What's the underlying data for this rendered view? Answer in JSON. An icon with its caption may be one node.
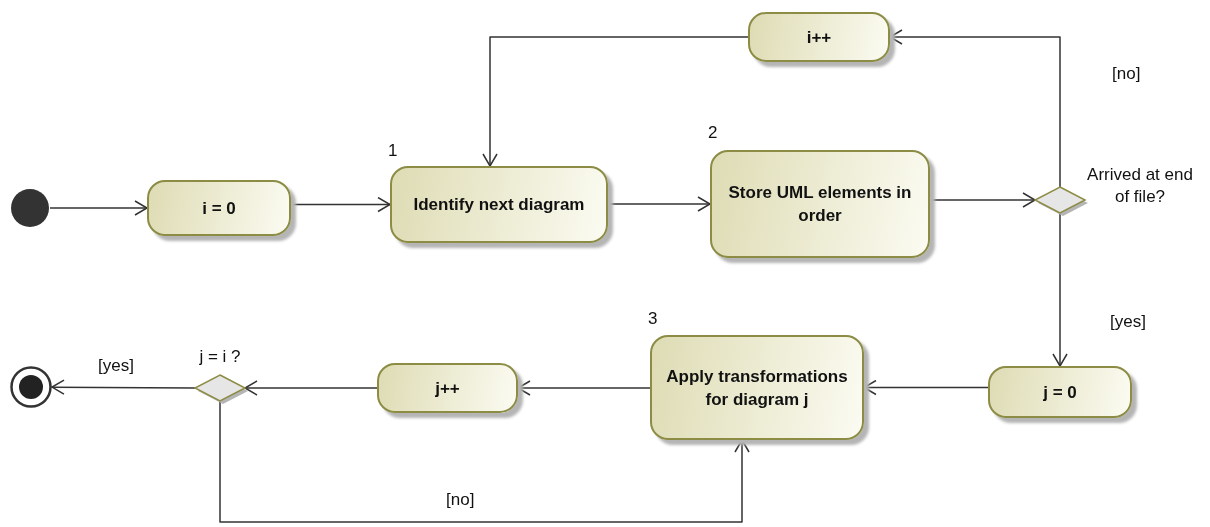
{
  "diagram": {
    "nodes": [
      {
        "text": [],
        "shape": "circle"
      },
      {
        "text": [
          "i = 0"
        ]
      },
      {
        "text": [
          "Identify next diagram"
        ],
        "beside": [
          "1"
        ]
      },
      {
        "text": [
          "Store UML elements in order"
        ],
        "beside": [
          "2"
        ]
      },
      {
        "text": [],
        "shape": "diamond",
        "beside": [
          "Arrived at end of file?"
        ]
      },
      {
        "text": [
          "i++"
        ]
      },
      {
        "text": [
          "j = 0"
        ]
      },
      {
        "text": [
          "Apply transformations for diagram j"
        ],
        "beside": [
          "3"
        ]
      },
      {
        "text": [
          "j++"
        ]
      },
      {
        "text": [],
        "shape": "diamond",
        "beside": [
          "j = i ?"
        ]
      },
      {
        "text": [],
        "shape": "final-circle"
      }
    ],
    "edges": [
      {
        "from": 0,
        "to": 1,
        "arrow": "to"
      },
      {
        "from": 1,
        "to": 2,
        "arrow": "to"
      },
      {
        "from": 2,
        "to": 3,
        "arrow": "to"
      },
      {
        "from": 3,
        "to": 4,
        "arrow": "to"
      },
      {
        "from": 4,
        "to": 5,
        "arrow": "to",
        "label": "[no]"
      },
      {
        "from": 5,
        "to": 2,
        "arrow": "to"
      },
      {
        "from": 4,
        "to": 6,
        "arrow": "to",
        "label": "[yes]"
      },
      {
        "from": 6,
        "to": 7,
        "arrow": "to"
      },
      {
        "from": 7,
        "to": 8,
        "arrow": "to"
      },
      {
        "from": 8,
        "to": 9,
        "arrow": "to"
      },
      {
        "from": 9,
        "to": 10,
        "arrow": "to",
        "label": "[yes]"
      },
      {
        "from": 9,
        "to": 7,
        "arrow": "to",
        "label": "[no]"
      }
    ]
  }
}
